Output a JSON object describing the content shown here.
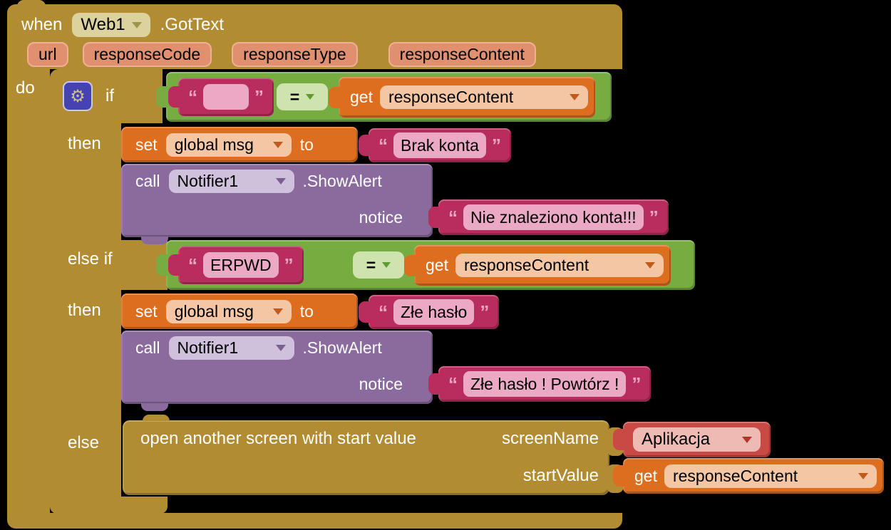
{
  "colors": {
    "canvas": "#000000",
    "event_control_gold": "#b18c33",
    "logic_green": "#77ac41",
    "text_magenta": "#b92d5e",
    "variable_orange": "#dd6e20",
    "component_purple": "#8b6b9d",
    "screen_red": "#c94a44",
    "mutator_blue": "#4742b2",
    "text_field_pink": "#eba9c6"
  },
  "quote": {
    "open": "“",
    "close": "”"
  },
  "blocks": {
    "when_event": {
      "keyword": "when",
      "component": "Web1",
      "event": ".GotText",
      "params": [
        "url",
        "responseCode",
        "responseType",
        "responseContent"
      ],
      "do_label": "do"
    },
    "if_ctrl": {
      "if_label": "if",
      "then1_label": "then",
      "else_if_label": "else if",
      "then2_label": "then",
      "else_label": "else"
    },
    "cond1": {
      "text_value": "",
      "op": "=",
      "get_label": "get",
      "var": "responseContent"
    },
    "set1": {
      "label": "set",
      "var": "global msg",
      "to": "to",
      "value": "Brak konta"
    },
    "call1": {
      "label": "call",
      "component": "Notifier1",
      "method": ".ShowAlert",
      "arg": "notice",
      "value": "Nie znaleziono konta!!!"
    },
    "cond2": {
      "text_value": "ERPWD",
      "op": "=",
      "get_label": "get",
      "var": "responseContent"
    },
    "set2": {
      "label": "set",
      "var": "global msg",
      "to": "to",
      "value": "Złe hasło"
    },
    "call2": {
      "label": "call",
      "component": "Notifier1",
      "method": ".ShowAlert",
      "arg": "notice",
      "value": "Złe hasło ! Powtórz !"
    },
    "open_screen": {
      "label": "open another screen with start value",
      "arg1": "screenName",
      "arg2": "startValue",
      "screen_name": "Aplikacja",
      "get_label": "get",
      "var": "responseContent"
    }
  }
}
